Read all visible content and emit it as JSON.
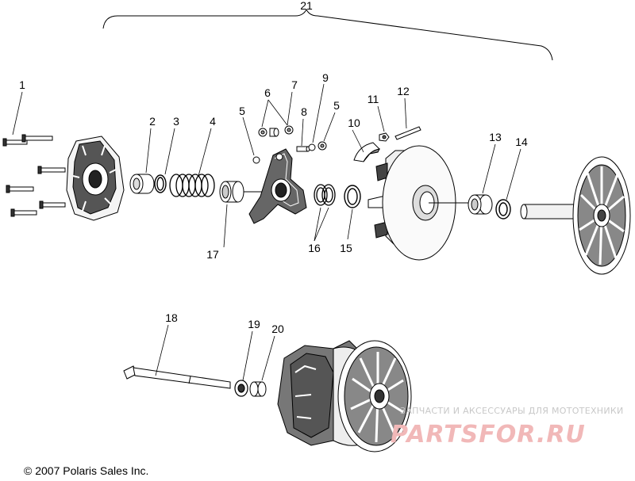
{
  "diagram": {
    "callouts": [
      {
        "id": "c1",
        "text": "1"
      },
      {
        "id": "c2",
        "text": "2"
      },
      {
        "id": "c3",
        "text": "3"
      },
      {
        "id": "c4",
        "text": "4"
      },
      {
        "id": "c5a",
        "text": "5"
      },
      {
        "id": "c5b",
        "text": "5"
      },
      {
        "id": "c6",
        "text": "6"
      },
      {
        "id": "c7",
        "text": "7"
      },
      {
        "id": "c8",
        "text": "8"
      },
      {
        "id": "c9",
        "text": "9"
      },
      {
        "id": "c10",
        "text": "10"
      },
      {
        "id": "c11",
        "text": "11"
      },
      {
        "id": "c12",
        "text": "12"
      },
      {
        "id": "c13",
        "text": "13"
      },
      {
        "id": "c14",
        "text": "14"
      },
      {
        "id": "c15",
        "text": "15"
      },
      {
        "id": "c16",
        "text": "16"
      },
      {
        "id": "c17",
        "text": "17"
      },
      {
        "id": "c18",
        "text": "18"
      },
      {
        "id": "c19",
        "text": "19"
      },
      {
        "id": "c20",
        "text": "20"
      },
      {
        "id": "c21",
        "text": "21"
      }
    ]
  },
  "footer": {
    "copyright": "© 2007 Polaris Sales Inc."
  },
  "watermark": {
    "tagline": "ЗАПЧАСТИ И АКСЕССУАРЫ ДЛЯ МОТОТЕХНИКИ",
    "logo": "PARTSFOR.RU",
    "logo_color": "#f1b8b8"
  }
}
